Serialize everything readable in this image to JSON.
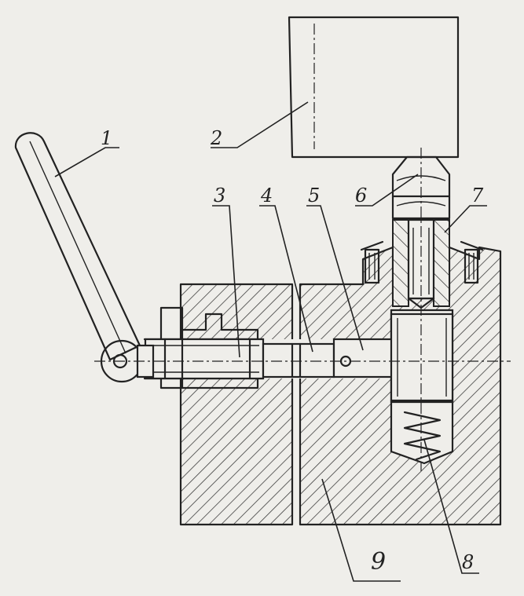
{
  "callouts": {
    "handle": "1",
    "spindle_body": "2",
    "screw": "3",
    "pin": "4",
    "plunger": "5",
    "nut": "6",
    "bushing": "7",
    "spring": "8",
    "housing": "9"
  }
}
